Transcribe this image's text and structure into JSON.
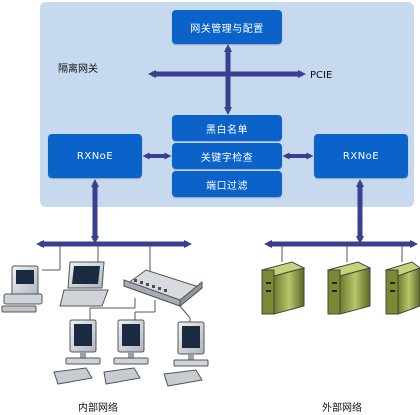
{
  "gateway": {
    "label": "隔离网关",
    "mgmt": "网关管理与配置",
    "pcie": "PCIE",
    "filters": [
      "黑白名单",
      "关键字检查",
      "端口过滤"
    ],
    "rxnoe_left": "RXNoE",
    "rxnoe_right": "RXNoE"
  },
  "networks": {
    "internal": "内部网络",
    "external": "外部网络"
  },
  "colors": {
    "panel": "#c6d9ee",
    "box": "#0b63c9",
    "bus": "#3a3f8f"
  }
}
